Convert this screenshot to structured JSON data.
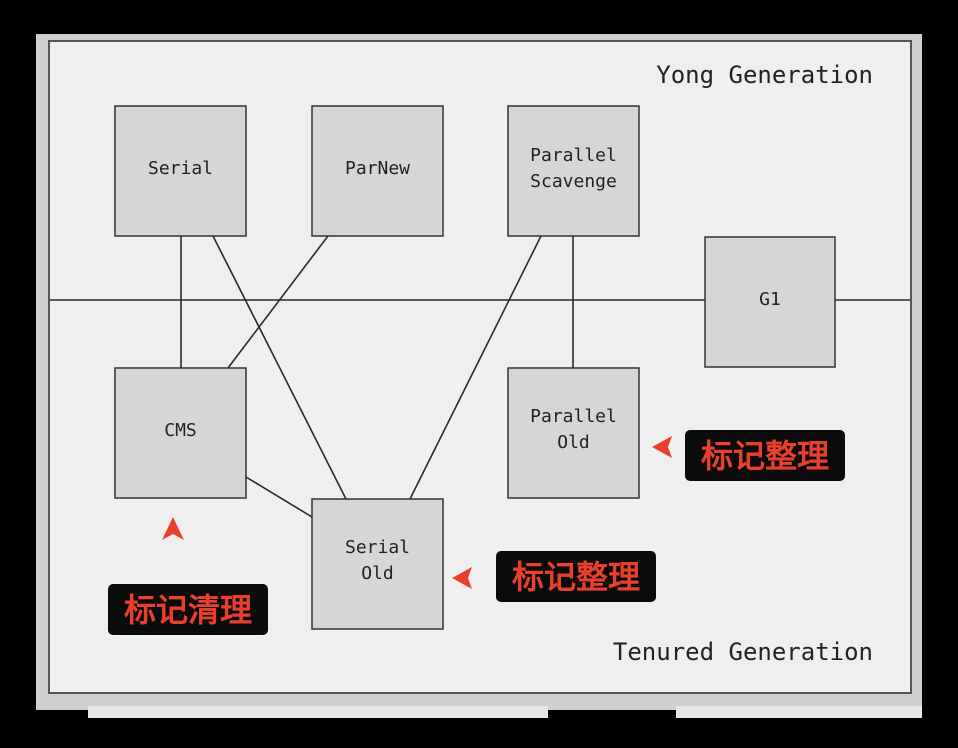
{
  "labels": {
    "young_generation": "Yong Generation",
    "tenured_generation": "Tenured Generation"
  },
  "collectors": {
    "serial": [
      "Serial"
    ],
    "parnew": [
      "ParNew"
    ],
    "parallel_scavenge": [
      "Parallel",
      "Scavenge"
    ],
    "g1": [
      "G1"
    ],
    "cms": [
      "CMS"
    ],
    "parallel_old": [
      "Parallel",
      "Old"
    ],
    "serial_old": [
      "Serial",
      "Old"
    ]
  },
  "callouts": {
    "parallel_old": "标记整理",
    "serial_old": "标记整理",
    "cms": "标记清理"
  },
  "colors": {
    "accent": "#e8402c",
    "callout_background": "#0b0b0b",
    "box_fill": "#d6d6d6",
    "panel_fill": "#efefef"
  }
}
